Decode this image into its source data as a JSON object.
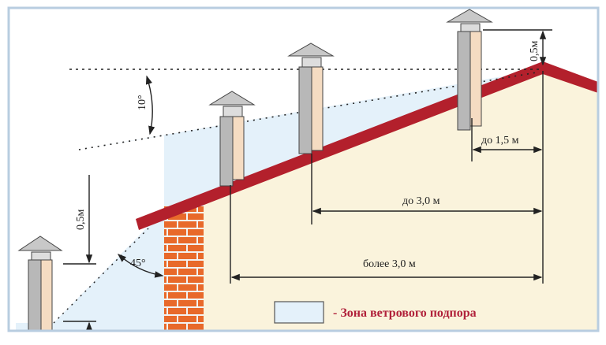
{
  "labels": {
    "chimney_above_ridge": "0,5м",
    "up_to_1_5": "до 1,5 м",
    "up_to_3_0": "до 3,0 м",
    "more_than_3_0": "более 3,0 м",
    "left_height": "0,5м",
    "angle_10": "10°",
    "angle_45": "45°"
  },
  "legend": {
    "text": "- Зона ветрового подпора"
  },
  "colors": {
    "roof": "#b3202c",
    "wall": "#faf3dc",
    "wind_zone": "#e4f1fa",
    "brick": "#e8692a",
    "frame": "#b8cde0",
    "legend_text": "#b0203a"
  }
}
